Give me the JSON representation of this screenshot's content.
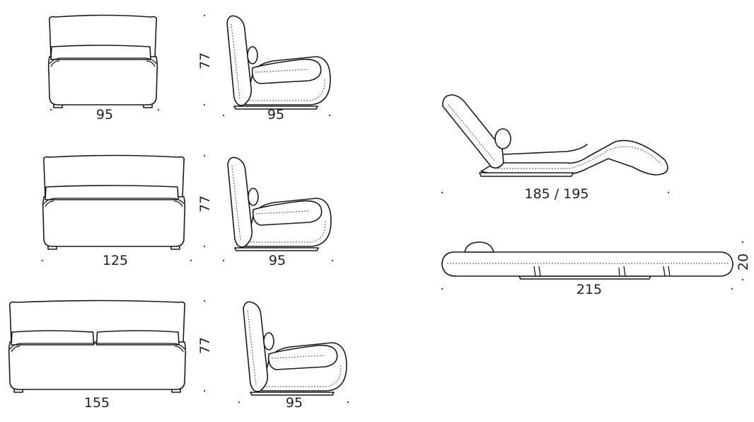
{
  "title": "Modular sofa dimension drawing",
  "rows": [
    {
      "front_width": "95",
      "height": "77",
      "depth": "95"
    },
    {
      "front_width": "125",
      "height": "77",
      "depth": "95"
    },
    {
      "front_width": "155",
      "height": "77",
      "depth": "95"
    }
  ],
  "recliner": {
    "length": "185 / 195"
  },
  "flat_bed": {
    "length": "215",
    "height": "20"
  },
  "line_color": "#1a1a1a"
}
